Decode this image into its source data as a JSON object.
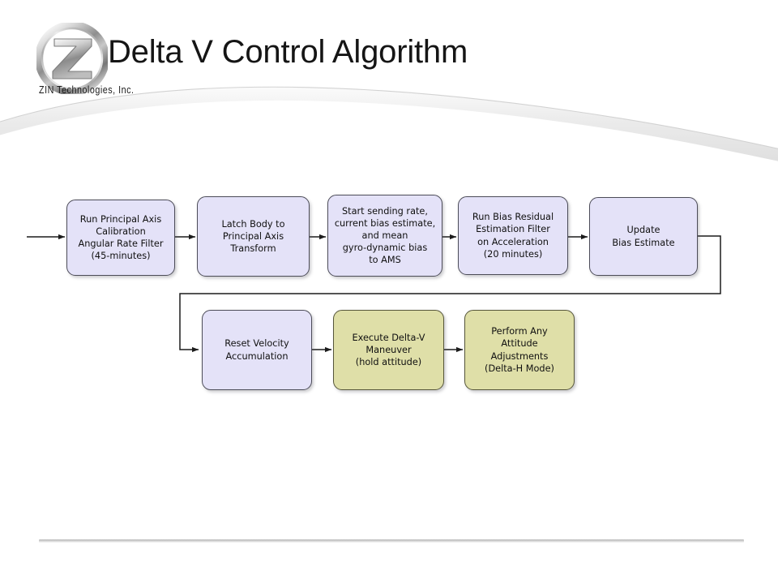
{
  "header": {
    "title": "Delta V Control Algorithm",
    "company": "ZIN Technologies,  Inc.",
    "logo_icon": "zin-z-ring-logo-icon",
    "swoosh_icon": "header-swoosh-arc-icon"
  },
  "colors": {
    "lilac_fill": "#e4e2f8",
    "khaki_fill": "#dfdfa8",
    "node_border": "#4c4c58",
    "connector": "#262626",
    "title_text": "#151515",
    "footer_rule": "#c4c4c4"
  },
  "flow": {
    "row1": [
      {
        "id": "run-principal-axis-calibration",
        "style": "lilac",
        "text": "Run Principal Axis\nCalibration\nAngular Rate Filter\n(45-minutes)"
      },
      {
        "id": "latch-body-to-principal-axis-transform",
        "style": "lilac",
        "text": "Latch Body to\nPrincipal Axis\nTransform"
      },
      {
        "id": "start-sending-rate-bias-estimate",
        "style": "lilac",
        "text": "Start sending rate,\ncurrent bias estimate,\nand mean\ngyro-dynamic bias\nto AMS"
      },
      {
        "id": "run-bias-residual-estimation-filter",
        "style": "lilac",
        "text": "Run Bias Residual\nEstimation Filter\non Acceleration\n(20 minutes)"
      },
      {
        "id": "update-bias-estimate",
        "style": "lilac",
        "text": "Update\nBias Estimate"
      }
    ],
    "row2": [
      {
        "id": "reset-velocity-accumulation",
        "style": "lilac",
        "text": "Reset Velocity\nAccumulation"
      },
      {
        "id": "execute-delta-v-maneuver",
        "style": "khaki",
        "text": "Execute Delta-V\nManeuver\n(hold attitude)"
      },
      {
        "id": "perform-attitude-adjustments",
        "style": "khaki",
        "text": "Perform Any\nAttitude\nAdjustments\n(Delta-H Mode)"
      }
    ]
  }
}
